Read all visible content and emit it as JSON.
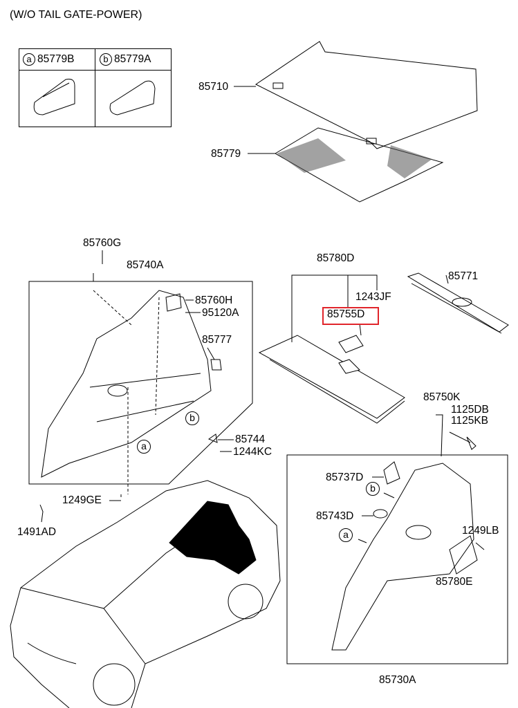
{
  "title": "(W/O TAIL GATE-POWER)",
  "legend_table": [
    {
      "marker": "a",
      "part": "85779B"
    },
    {
      "marker": "b",
      "part": "85779A"
    }
  ],
  "labels": {
    "p85710": "85710",
    "p85779": "85779",
    "p85760G": "85760G",
    "p85740A": "85740A",
    "p85760H": "85760H",
    "p95120A": "95120A",
    "p85777": "85777",
    "p85744": "85744",
    "p1244KC": "1244KC",
    "p1249GE": "1249GE",
    "p1491AD": "1491AD",
    "p85780D": "85780D",
    "p1243JF": "1243JF",
    "p85755D": "85755D",
    "p85771": "85771",
    "p85750K": "85750K",
    "p1125DB": "1125DB",
    "p1125KB": "1125KB",
    "p85737D": "85737D",
    "p85743D": "85743D",
    "p1249LB": "1249LB",
    "p85780E": "85780E",
    "p85730A": "85730A"
  },
  "markers": {
    "a": "a",
    "b": "b"
  },
  "highlight_color": "#e0242a"
}
